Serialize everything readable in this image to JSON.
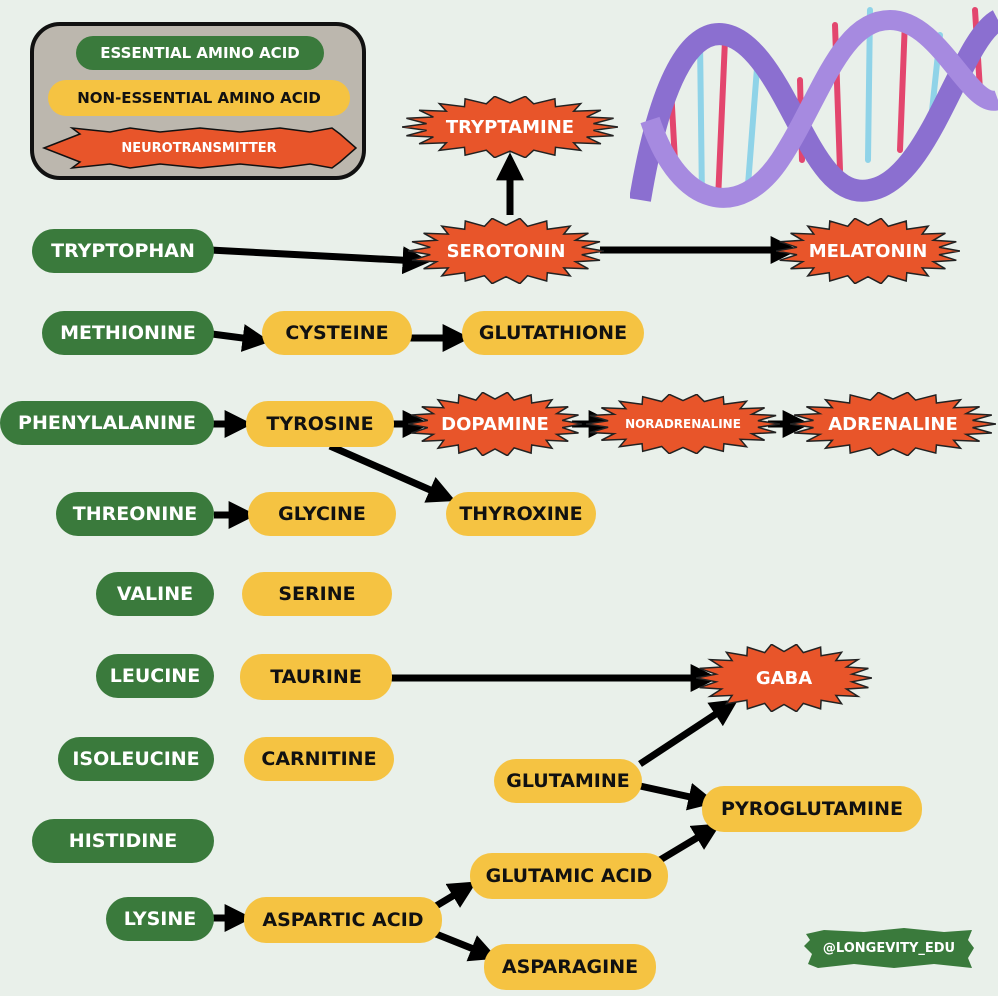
{
  "legend": {
    "essential": "ESSENTIAL AMINO ACID",
    "non_essential": "NON-ESSENTIAL AMINO ACID",
    "neurotransmitter": "NEUROTRANSMITTER"
  },
  "nodes": {
    "tryptophan": "TRYPTOPHAN",
    "serotonin": "SEROTONIN",
    "tryptamine": "TRYPTAMINE",
    "melatonin": "MELATONIN",
    "methionine": "METHIONINE",
    "cysteine": "CYSTEINE",
    "glutathione": "GLUTATHIONE",
    "phenylalanine": "PHENYLALANINE",
    "tyrosine": "TYROSINE",
    "dopamine": "DOPAMINE",
    "noradrenaline": "NORADRENALINE",
    "adrenaline": "ADRENALINE",
    "threonine": "THREONINE",
    "glycine": "GLYCINE",
    "thyroxine": "THYROXINE",
    "valine": "VALINE",
    "serine": "SERINE",
    "leucine": "LEUCINE",
    "taurine": "TAURINE",
    "gaba": "GABA",
    "isoleucine": "ISOLEUCINE",
    "carnitine": "CARNITINE",
    "glutamine": "GLUTAMINE",
    "pyroglutamine": "PYROGLUTAMINE",
    "histidine": "HISTIDINE",
    "glutamic_acid": "GLUTAMIC ACID",
    "lysine": "LYSINE",
    "aspartic_acid": "ASPARTIC ACID",
    "asparagine": "ASPARAGINE"
  },
  "watermark": "@LONGEVITY_EDU",
  "colors": {
    "essential": "#3a7a3c",
    "non_essential": "#f5c342",
    "neurotransmitter": "#e8552a",
    "background": "#e9f0ea"
  }
}
